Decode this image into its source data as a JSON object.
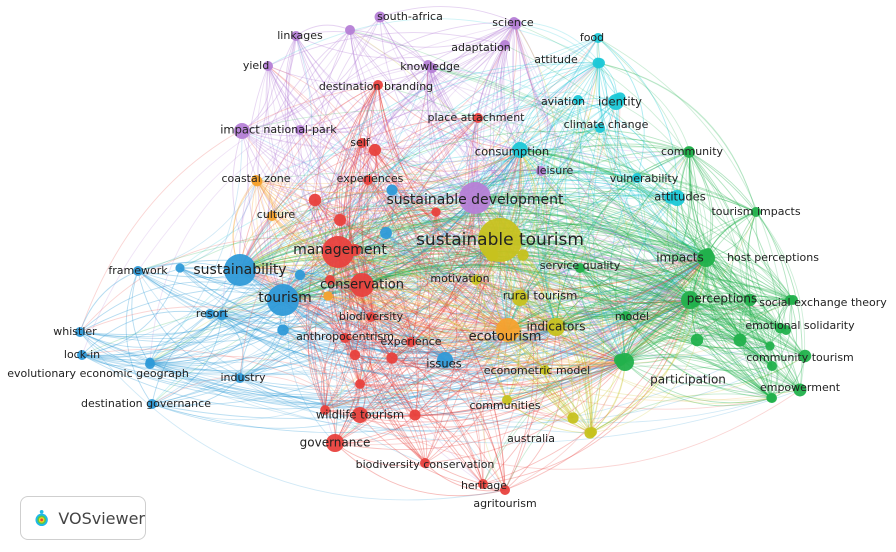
{
  "colors": {
    "red": "#e8413d",
    "blue": "#2f9ad8",
    "green": "#22b14c",
    "yellow": "#c7c21f",
    "purple": "#b57fd6",
    "cyan": "#1ec8d7",
    "orange": "#f5a22e"
  },
  "nodes": [
    {
      "id": 1,
      "label": "sustainable tourism",
      "cluster": "yellow",
      "weight": 10
    },
    {
      "id": 2,
      "label": "sustainable development",
      "cluster": "purple",
      "weight": 8
    },
    {
      "id": 3,
      "label": "management",
      "cluster": "red",
      "weight": 8
    },
    {
      "id": 4,
      "label": "sustainability",
      "cluster": "blue",
      "weight": 8
    },
    {
      "id": 5,
      "label": "tourism",
      "cluster": "blue",
      "weight": 8
    },
    {
      "id": 6,
      "label": "ecotourism",
      "cluster": "orange",
      "weight": 6
    },
    {
      "id": 7,
      "label": "conservation",
      "cluster": "red",
      "weight": 6
    },
    {
      "id": 8,
      "label": "governance",
      "cluster": "red",
      "weight": 5
    },
    {
      "id": 9,
      "label": "impacts",
      "cluster": "green",
      "weight": 5
    },
    {
      "id": 10,
      "label": "perceptions",
      "cluster": "green",
      "weight": 5
    },
    {
      "id": 11,
      "label": "participation",
      "cluster": "green",
      "weight": 5
    },
    {
      "id": 12,
      "label": "indicators",
      "cluster": "yellow",
      "weight": 5
    },
    {
      "id": 13,
      "label": "identity",
      "cluster": "cyan",
      "weight": 4
    },
    {
      "id": 14,
      "label": "attitudes",
      "cluster": "cyan",
      "weight": 4
    },
    {
      "id": 15,
      "label": "consumption",
      "cluster": "cyan",
      "weight": 4
    },
    {
      "id": 16,
      "label": "impact",
      "cluster": "purple",
      "weight": 4
    },
    {
      "id": 17,
      "label": "issues",
      "cluster": "blue",
      "weight": 4
    },
    {
      "id": 18,
      "label": "wildlife tourism",
      "cluster": "red",
      "weight": 4
    },
    {
      "id": 19,
      "label": "rural tourism",
      "cluster": "yellow",
      "weight": 4
    },
    {
      "id": 20,
      "label": "experience",
      "cluster": "red",
      "weight": 3
    },
    {
      "id": 21,
      "label": "community",
      "cluster": "green",
      "weight": 3
    },
    {
      "id": 22,
      "label": "vulnerability",
      "cluster": "cyan",
      "weight": 3
    },
    {
      "id": 23,
      "label": "climate change",
      "cluster": "cyan",
      "weight": 3
    },
    {
      "id": 24,
      "label": "aviation",
      "cluster": "cyan",
      "weight": 3
    },
    {
      "id": 25,
      "label": "food",
      "cluster": "cyan",
      "weight": 3
    },
    {
      "id": 26,
      "label": "attitude",
      "cluster": "cyan",
      "weight": 3
    },
    {
      "id": 27,
      "label": "science",
      "cluster": "purple",
      "weight": 3
    },
    {
      "id": 28,
      "label": "adaptation",
      "cluster": "purple",
      "weight": 3
    },
    {
      "id": 29,
      "label": "knowledge",
      "cluster": "purple",
      "weight": 3
    },
    {
      "id": 30,
      "label": "south-africa",
      "cluster": "purple",
      "weight": 3
    },
    {
      "id": 31,
      "label": "linkages",
      "cluster": "purple",
      "weight": 3
    },
    {
      "id": 32,
      "label": "yield",
      "cluster": "purple",
      "weight": 3
    },
    {
      "id": 33,
      "label": "destination branding",
      "cluster": "red",
      "weight": 3
    },
    {
      "id": 34,
      "label": "place attachment",
      "cluster": "red",
      "weight": 3
    },
    {
      "id": 35,
      "label": "national-park",
      "cluster": "purple",
      "weight": 3
    },
    {
      "id": 36,
      "label": "self",
      "cluster": "red",
      "weight": 3
    },
    {
      "id": 37,
      "label": "coastal zone",
      "cluster": "orange",
      "weight": 3
    },
    {
      "id": 38,
      "label": "experiences",
      "cluster": "red",
      "weight": 3
    },
    {
      "id": 39,
      "label": "culture",
      "cluster": "orange",
      "weight": 3
    },
    {
      "id": 40,
      "label": "leisure",
      "cluster": "purple",
      "weight": 3
    },
    {
      "id": 41,
      "label": "tourism impacts",
      "cluster": "green",
      "weight": 3
    },
    {
      "id": 42,
      "label": "host perceptions",
      "cluster": "green",
      "weight": 3
    },
    {
      "id": 43,
      "label": "service quality",
      "cluster": "green",
      "weight": 3
    },
    {
      "id": 44,
      "label": "motivation",
      "cluster": "yellow",
      "weight": 3
    },
    {
      "id": 45,
      "label": "social exchange theory",
      "cluster": "green",
      "weight": 3
    },
    {
      "id": 46,
      "label": "model",
      "cluster": "green",
      "weight": 3
    },
    {
      "id": 47,
      "label": "emotional solidarity",
      "cluster": "green",
      "weight": 3
    },
    {
      "id": 48,
      "label": "community tourism",
      "cluster": "green",
      "weight": 3
    },
    {
      "id": 49,
      "label": "empowerment",
      "cluster": "green",
      "weight": 3
    },
    {
      "id": 50,
      "label": "framework",
      "cluster": "blue",
      "weight": 3
    },
    {
      "id": 51,
      "label": "resort",
      "cluster": "blue",
      "weight": 3
    },
    {
      "id": 52,
      "label": "whistler",
      "cluster": "blue",
      "weight": 3
    },
    {
      "id": 53,
      "label": "lock-in",
      "cluster": "blue",
      "weight": 3
    },
    {
      "id": 54,
      "label": "evolutionary economic geograph",
      "cluster": "blue",
      "weight": 3
    },
    {
      "id": 55,
      "label": "destination governance",
      "cluster": "blue",
      "weight": 3
    },
    {
      "id": 56,
      "label": "industry",
      "cluster": "blue",
      "weight": 3
    },
    {
      "id": 57,
      "label": "anthropocentrism",
      "cluster": "red",
      "weight": 3
    },
    {
      "id": 58,
      "label": "biodiversity",
      "cluster": "red",
      "weight": 3
    },
    {
      "id": 59,
      "label": "econometric model",
      "cluster": "yellow",
      "weight": 3
    },
    {
      "id": 60,
      "label": "communities",
      "cluster": "yellow",
      "weight": 3
    },
    {
      "id": 61,
      "label": "australia",
      "cluster": "yellow",
      "weight": 3
    },
    {
      "id": 62,
      "label": "biodiversity conservation",
      "cluster": "red",
      "weight": 3
    },
    {
      "id": 63,
      "label": "heritage",
      "cluster": "red",
      "weight": 3
    },
    {
      "id": 64,
      "label": "agritourism",
      "cluster": "red",
      "weight": 3
    }
  ],
  "branding": {
    "logo_text": "VOSviewer",
    "logo_icon": "vosviewer-logo-icon"
  }
}
